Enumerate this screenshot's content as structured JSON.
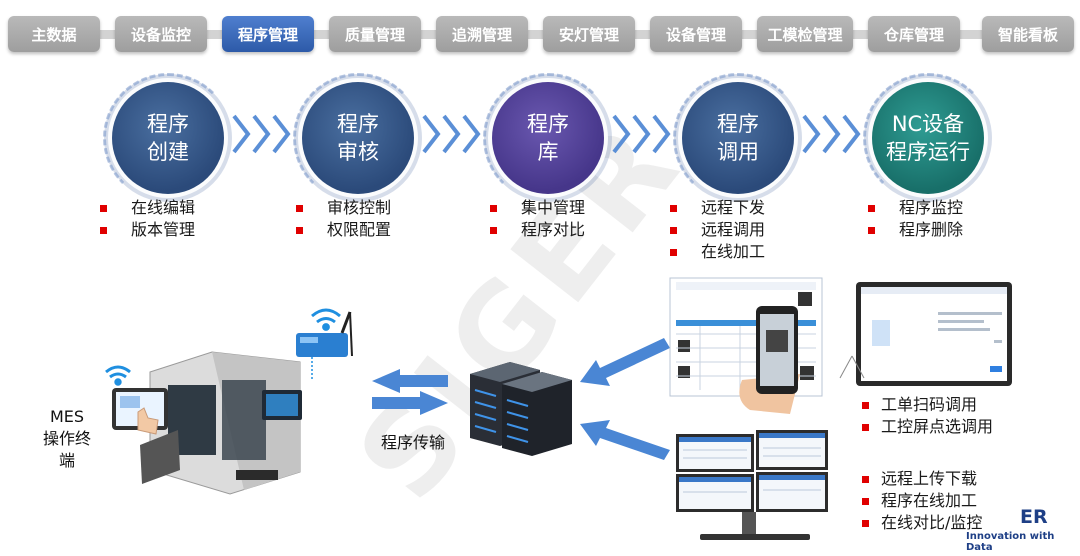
{
  "nav": {
    "tabs": [
      "主数据",
      "设备监控",
      "程序管理",
      "质量管理",
      "追溯管理",
      "安灯管理",
      "设备管理",
      "工模检管理",
      "仓库管理",
      "智能看板"
    ],
    "active_index": 2,
    "active_color": "#2d5aa8",
    "tab_color": "#a9a9a9"
  },
  "steps": [
    {
      "line1": "程序",
      "line2": "创建"
    },
    {
      "line1": "程序",
      "line2": "审核"
    },
    {
      "line1": "程序",
      "line2": "库"
    },
    {
      "line1": "程序",
      "line2": "调用"
    },
    {
      "line1": "NC设备",
      "line2": "程序运行"
    }
  ],
  "features": [
    [
      "在线编辑",
      "版本管理"
    ],
    [
      "审核控制",
      "权限配置"
    ],
    [
      "集中管理",
      "程序对比"
    ],
    [
      "远程下发",
      "远程调用",
      "在线加工"
    ],
    [
      "程序监控",
      "程序删除"
    ]
  ],
  "watermark": "SIGER",
  "mes_label": {
    "line1": "MES",
    "line2": "操作终端"
  },
  "transfer_label": "程序传输",
  "workorder_features": [
    "工单扫码调用",
    "工控屏点选调用"
  ],
  "remote_features": [
    "远程上传下载",
    "程序在线加工",
    "在线对比/监控"
  ],
  "brand": {
    "name": "ER",
    "tagline": "Innovation with Data"
  },
  "colors": {
    "bullet": "#e00000",
    "step_blue": "#2b4a7a",
    "step_purple": "#46368a",
    "step_teal": "#186f69",
    "arrow": "#5b8fd6"
  },
  "icons": [
    "wifi-icon",
    "chevron-arrow-icon",
    "server-icon",
    "monitor-icon",
    "phone-icon",
    "router-icon"
  ]
}
